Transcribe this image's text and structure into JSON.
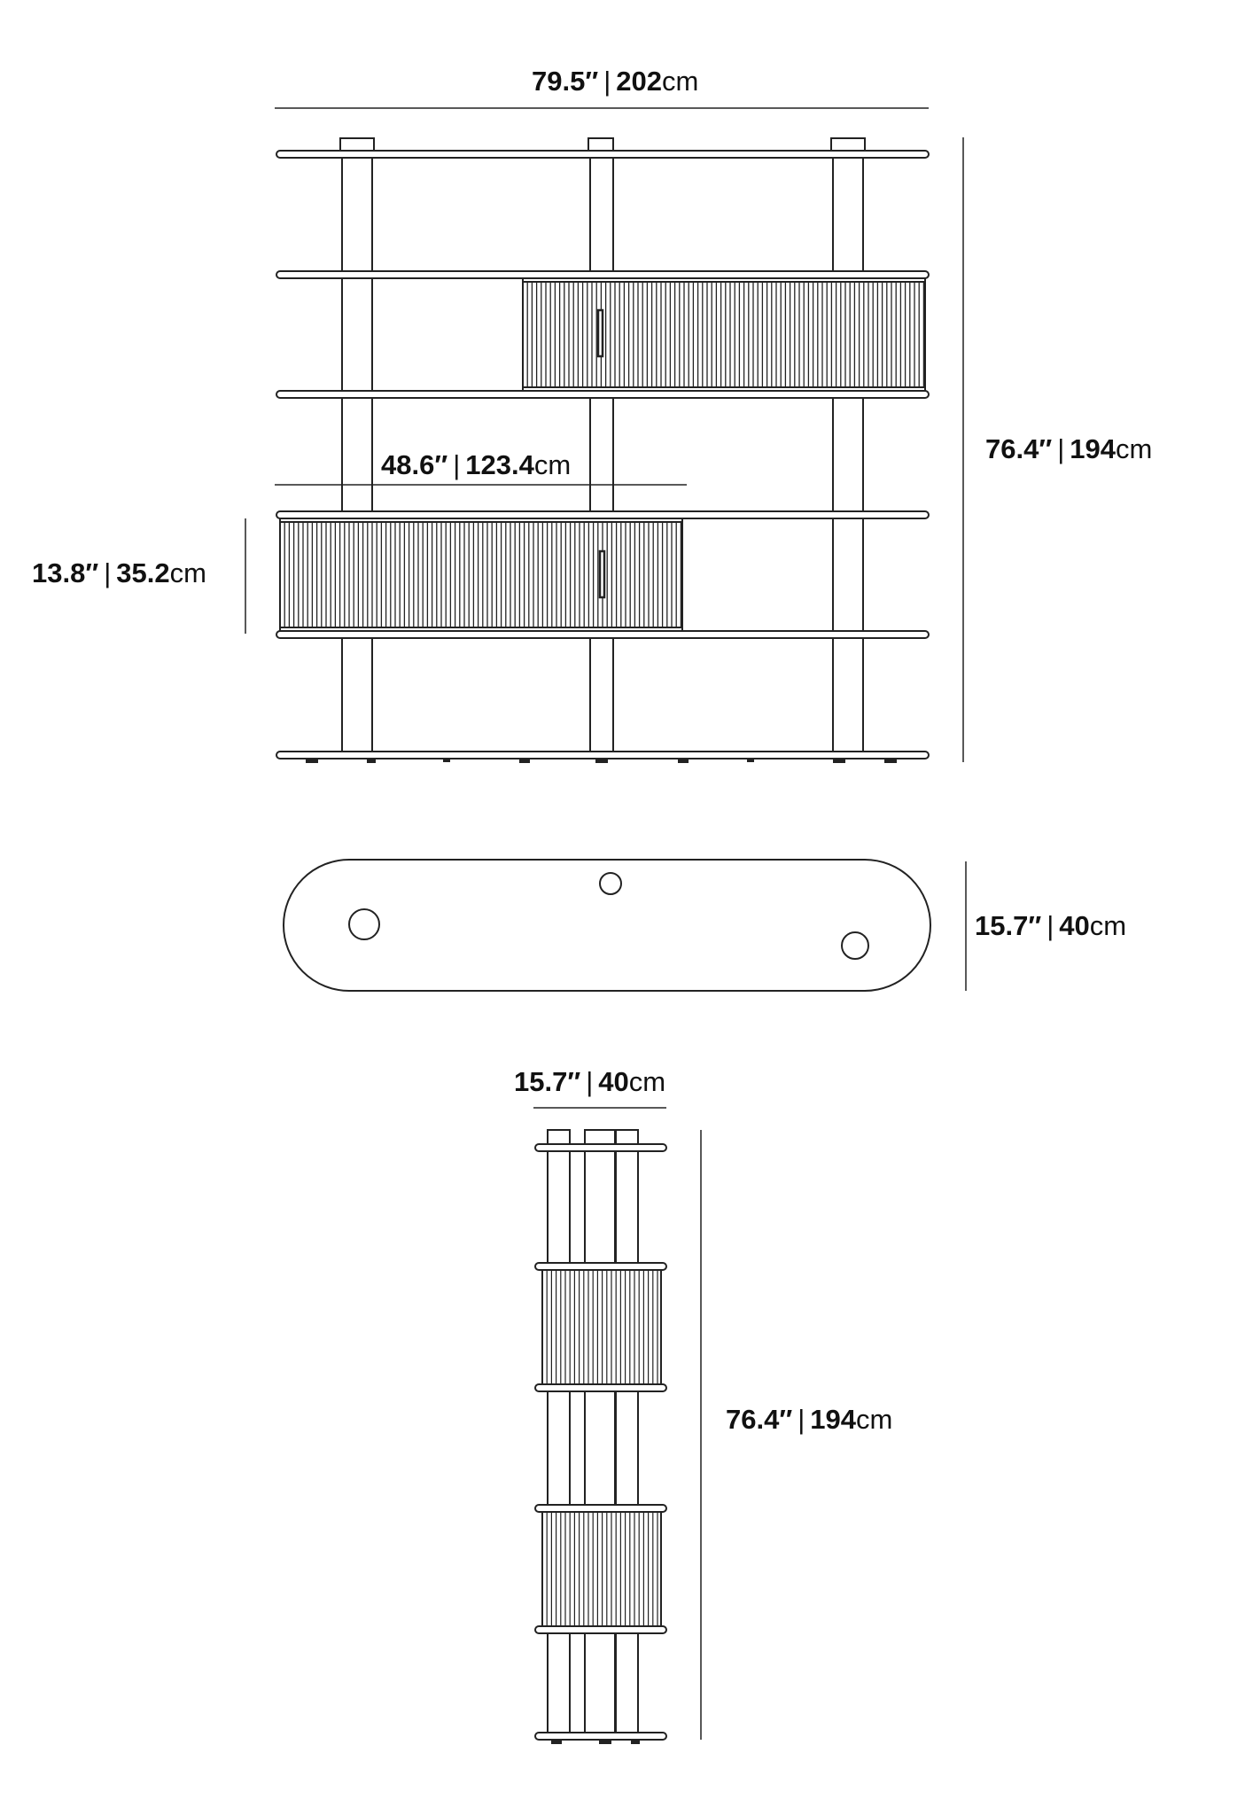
{
  "dimensions": {
    "front_width": {
      "inches": "79.5″",
      "sep": "|",
      "cm": "202",
      "unit": "cm"
    },
    "front_height": {
      "inches": "76.4″",
      "sep": "|",
      "cm": "194",
      "unit": "cm"
    },
    "cabinet_width": {
      "inches": "48.6″",
      "sep": "|",
      "cm": "123.4",
      "unit": "cm"
    },
    "cabinet_height": {
      "inches": "13.8″",
      "sep": "|",
      "cm": "35.2",
      "unit": "cm"
    },
    "top_depth": {
      "inches": "15.7″",
      "sep": "|",
      "cm": "40",
      "unit": "cm"
    },
    "side_depth": {
      "inches": "15.7″",
      "sep": "|",
      "cm": "40",
      "unit": "cm"
    },
    "side_height": {
      "inches": "76.4″",
      "sep": "|",
      "cm": "194",
      "unit": "cm"
    }
  },
  "colors": {
    "line": "#222222",
    "background": "#ffffff"
  }
}
